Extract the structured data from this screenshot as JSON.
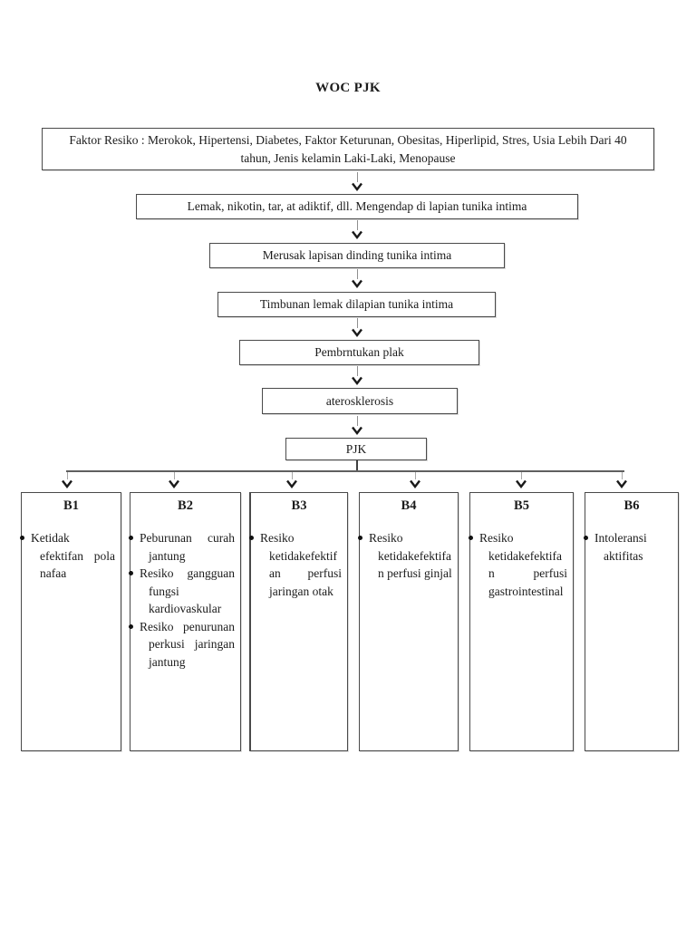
{
  "title": "WOC PJK",
  "flow": [
    {
      "id": "faktor-resiko",
      "text": "Faktor Resiko : Merokok, Hipertensi, Diabetes, Faktor Keturunan, Obesitas, Hiperlipid, Stres, Usia Lebih Dari 40 tahun, Jenis kelamin Laki-Laki, Menopause"
    },
    {
      "id": "mengendap",
      "text": "Lemak, nikotin, tar, at adiktif, dll. Mengendap di lapian tunika intima"
    },
    {
      "id": "merusak",
      "text": "Merusak lapisan dinding tunika intima"
    },
    {
      "id": "timbunan",
      "text": "Timbunan lemak dilapian tunika intima"
    },
    {
      "id": "pembentukan-plak",
      "text": "Pembrntukan plak"
    },
    {
      "id": "aterosklerosis",
      "text": "aterosklerosis"
    },
    {
      "id": "pjk",
      "text": "PJK"
    }
  ],
  "branches": [
    {
      "label": "B1",
      "items": [
        "Ketidak efektifan pola nafaa"
      ]
    },
    {
      "label": "B2",
      "items": [
        "Peburunan curah jantung",
        "Resiko gangguan fungsi kardiovaskular",
        "Resiko penurunan perkusi jaringan jantung"
      ]
    },
    {
      "label": "B3",
      "items": [
        "Resiko ketidakefektifan perfusi jaringan otak"
      ]
    },
    {
      "label": "B4",
      "items": [
        "Resiko ketidakefektifan perfusi ginjal"
      ]
    },
    {
      "label": "B5",
      "items": [
        "Resiko ketidakefektifan perfusi gastrointestinal"
      ]
    },
    {
      "label": "B6",
      "items": [
        "Intoleransi aktifitas"
      ]
    }
  ],
  "colors": {
    "ink": "#1b1b1b",
    "box_border": "#4a4a4a",
    "connector": "#5f5f5f",
    "background": "#ffffff"
  }
}
